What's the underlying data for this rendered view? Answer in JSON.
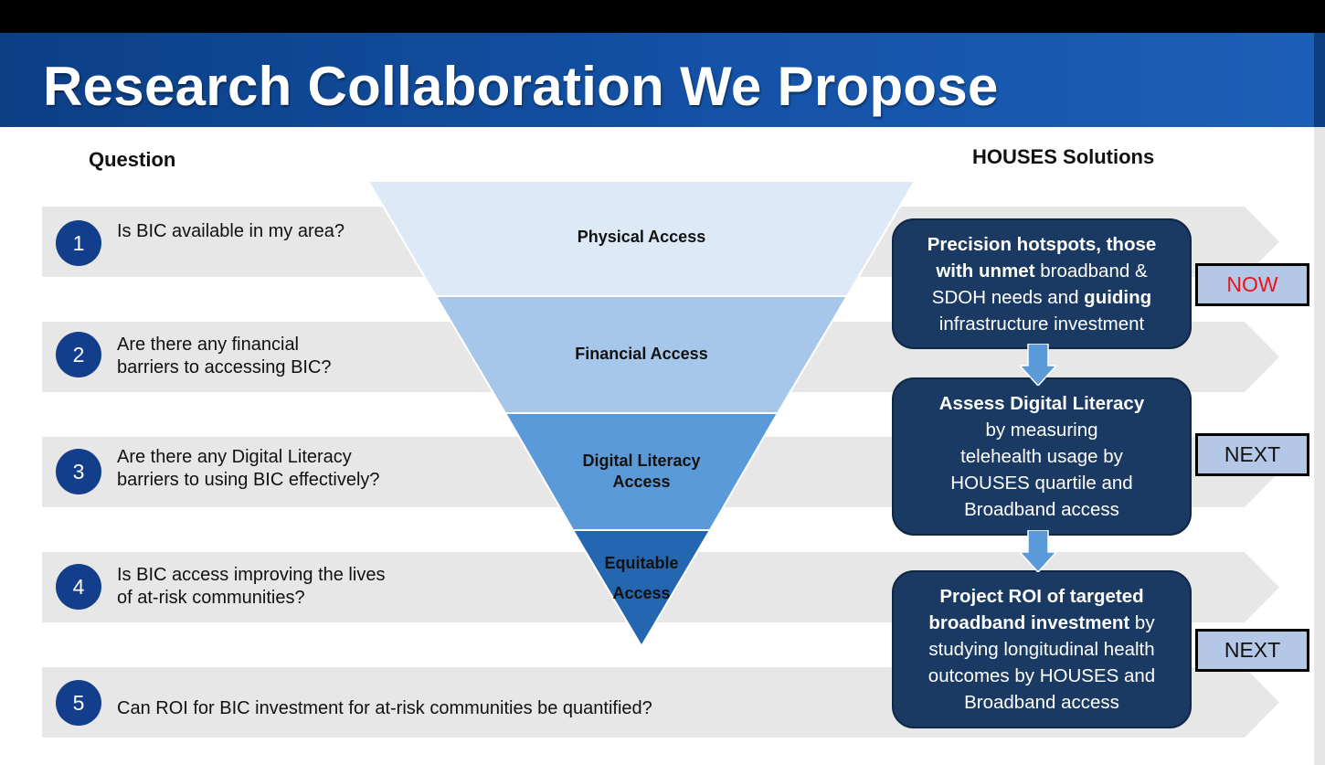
{
  "title": "Research Collaboration We Propose",
  "headers": {
    "question": "Question",
    "solutions": "HOUSES Solutions"
  },
  "questions": [
    {
      "num": "1",
      "text": "Is BIC available in my area?"
    },
    {
      "num": "2",
      "line1": "Are there any financial",
      "line2": "barriers to accessing BIC?"
    },
    {
      "num": "3",
      "line1": "Are there any Digital Literacy",
      "line2": "barriers to using BIC effectively?"
    },
    {
      "num": "4",
      "line1": "Is BIC access improving the lives",
      "line2": "of at-risk communities?"
    },
    {
      "num": "5",
      "text": "Can ROI for BIC investment for at-risk communities be quantified?"
    }
  ],
  "funnel": {
    "levels": [
      {
        "label": "Physical Access",
        "color": "#dde9f6"
      },
      {
        "label": "Financial Access",
        "color": "#a7c7ea"
      },
      {
        "label_line1": "Digital Literacy",
        "label_line2": "Access",
        "color": "#5b9ad8"
      },
      {
        "label_line1": "Equitable",
        "label_line2": "Access",
        "color": "#2566b1"
      }
    ]
  },
  "solutions": [
    {
      "b1": "Precision hotspots, those",
      "b2": "with unmet",
      "t2": " broadband &",
      "t3a": "SDOH needs and ",
      "b3": "guiding",
      "t4": "infrastructure investment"
    },
    {
      "b1": "Assess Digital Literacy",
      "t2": "by measuring",
      "t3": "telehealth usage by",
      "t4": "HOUSES quartile and",
      "t5": "Broadband access"
    },
    {
      "b1": "Project ROI of targeted",
      "b2": "broadband investment",
      "t2": " by",
      "t3": "studying longitudinal health",
      "t4": "outcomes by HOUSES and",
      "t5": "Broadband access"
    }
  ],
  "tags": [
    {
      "label": "NOW",
      "color": "#e8161b"
    },
    {
      "label": "NEXT",
      "color": "#111111"
    },
    {
      "label": "NEXT",
      "color": "#111111"
    }
  ],
  "colors": {
    "title_bar": "#1452a6",
    "circle": "#123e8c",
    "solution_box": "#1a3a63",
    "arrow": "#5b9ad8"
  }
}
